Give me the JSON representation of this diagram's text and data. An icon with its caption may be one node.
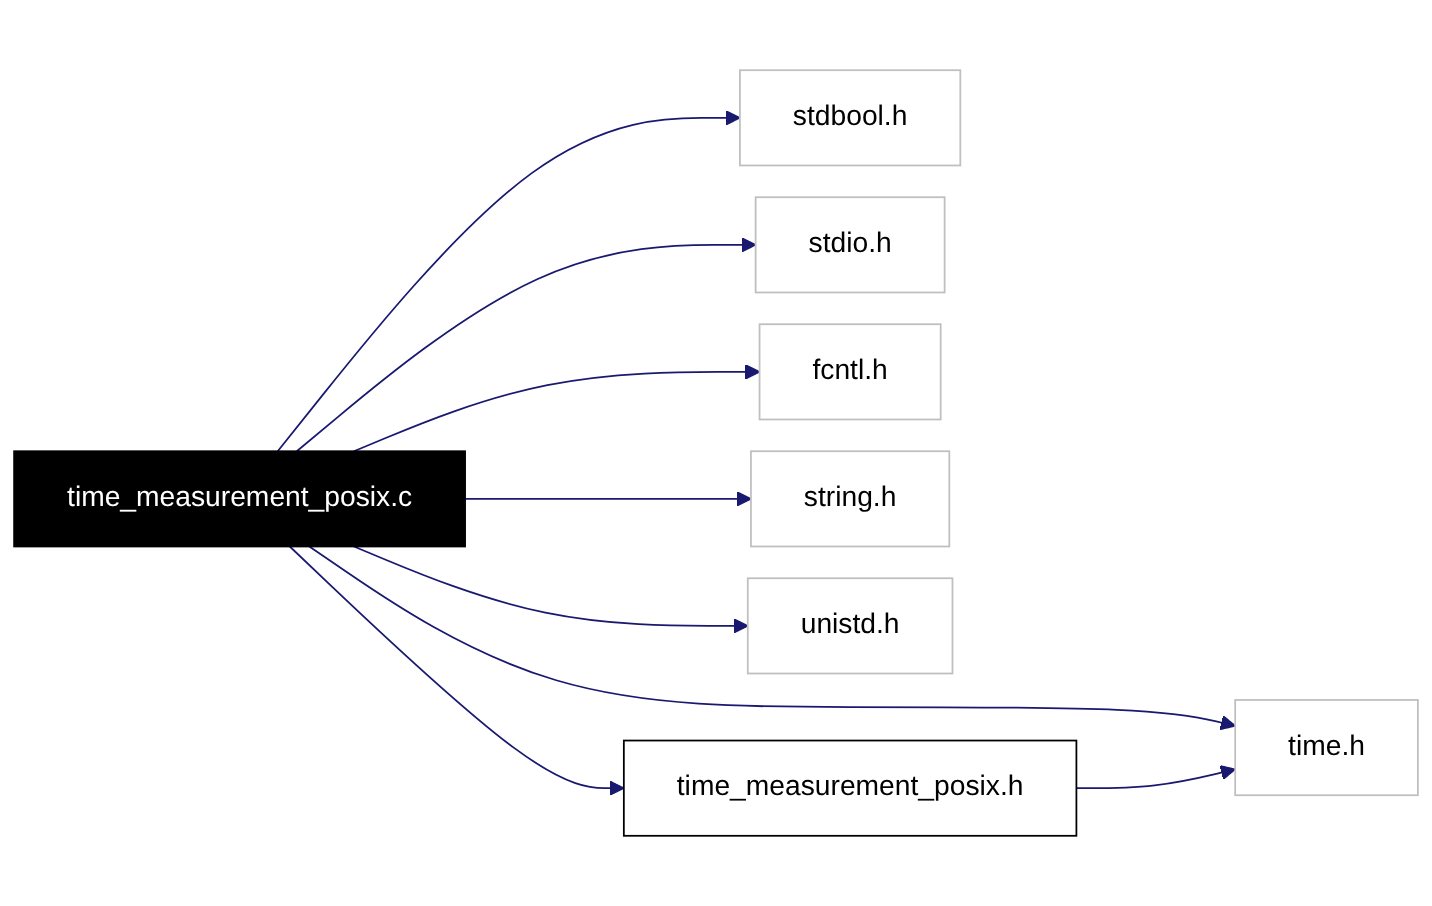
{
  "diagram": {
    "nodes": [
      {
        "text": [
          "time_measurement_posix.c"
        ]
      },
      {
        "text": [
          "stdbool.h"
        ]
      },
      {
        "text": [
          "stdio.h"
        ]
      },
      {
        "text": [
          "fcntl.h"
        ]
      },
      {
        "text": [
          "string.h"
        ]
      },
      {
        "text": [
          "unistd.h"
        ]
      },
      {
        "text": [
          "time_measurement_posix.h"
        ]
      },
      {
        "text": [
          "time.h"
        ]
      }
    ],
    "edges": [
      {
        "from": 0,
        "to": 7,
        "arrow": "to"
      },
      {
        "from": 0,
        "to": 1,
        "arrow": "to"
      },
      {
        "from": 0,
        "to": 2,
        "arrow": "to"
      },
      {
        "from": 0,
        "to": 3,
        "arrow": "to"
      },
      {
        "from": 0,
        "to": 4,
        "arrow": "to"
      },
      {
        "from": 0,
        "to": 5,
        "arrow": "to"
      },
      {
        "from": 0,
        "to": 6,
        "arrow": "to"
      },
      {
        "from": 6,
        "to": 7,
        "arrow": "to"
      }
    ]
  }
}
